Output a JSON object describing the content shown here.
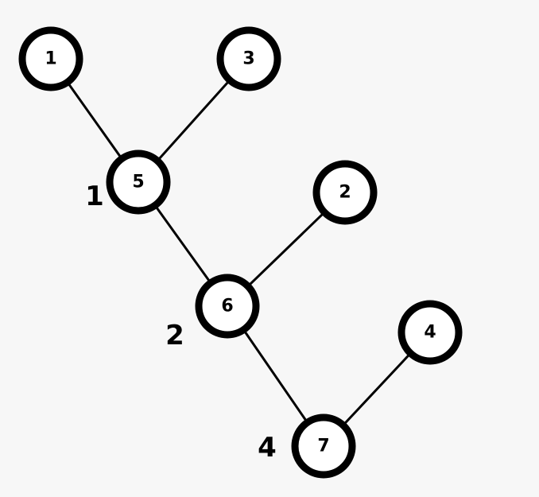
{
  "colors": {
    "background": "#f7f7f7",
    "node_fill": "#ffffff",
    "stroke": "#000000"
  },
  "nodes": [
    {
      "id": "n1",
      "label": "1"
    },
    {
      "id": "n3",
      "label": "3"
    },
    {
      "id": "n5",
      "label": "5"
    },
    {
      "id": "n2",
      "label": "2"
    },
    {
      "id": "n6",
      "label": "6"
    },
    {
      "id": "n4",
      "label": "4"
    },
    {
      "id": "n7",
      "label": "7"
    }
  ],
  "edges": [
    {
      "from": "n1",
      "to": "n5"
    },
    {
      "from": "n3",
      "to": "n5"
    },
    {
      "from": "n5",
      "to": "n6"
    },
    {
      "from": "n2",
      "to": "n6"
    },
    {
      "from": "n6",
      "to": "n7"
    },
    {
      "from": "n4",
      "to": "n7"
    }
  ],
  "side_labels": [
    {
      "node": "n5",
      "text": "1"
    },
    {
      "node": "n6",
      "text": "2"
    },
    {
      "node": "n7",
      "text": "4"
    }
  ]
}
